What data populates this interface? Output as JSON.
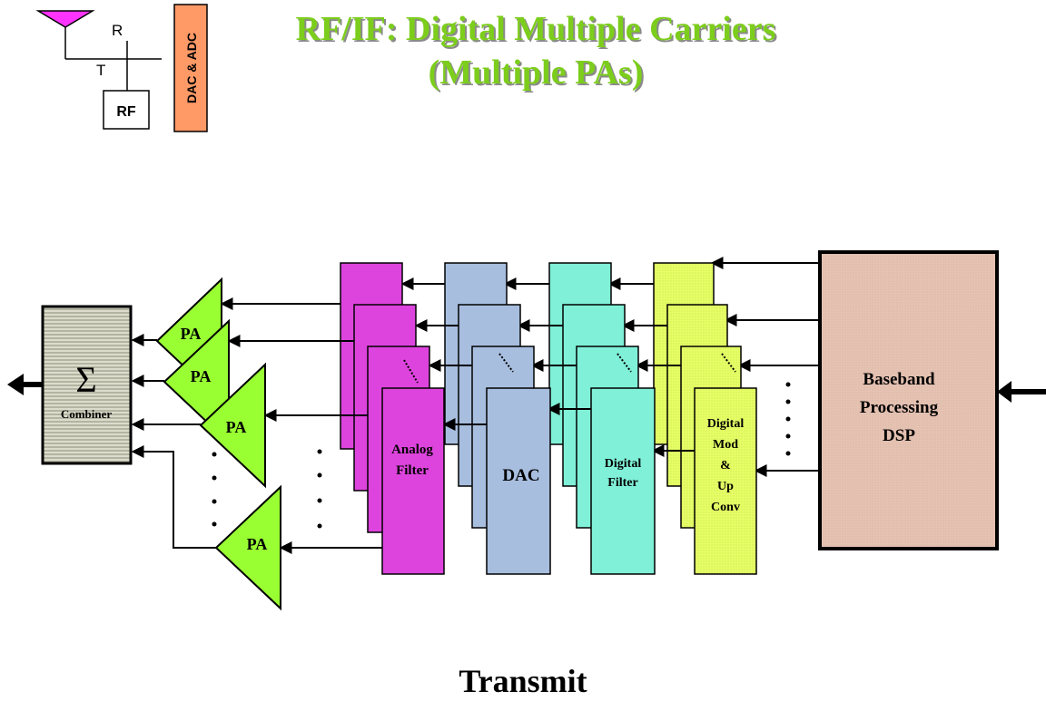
{
  "title": {
    "line1": "RF/IF: Digital Multiple Carriers",
    "line2": "(Multiple PAs)"
  },
  "logo": {
    "r_label": "R",
    "t_label": "T",
    "rf_label": "RF",
    "dac_adc_label": "DAC & ADC"
  },
  "combiner": {
    "symbol": "Σ",
    "label": "Combiner"
  },
  "pa_label": "PA",
  "blocks": {
    "analog_filter": {
      "line1": "Analog",
      "line2": "Filter"
    },
    "dac": "DAC",
    "digital_filter": {
      "line1": "Digital",
      "line2": "Filter"
    },
    "digital_mod": {
      "line1": "Digital",
      "line2": "Mod",
      "line3": "&",
      "line4": "Up",
      "line5": "Conv"
    },
    "baseband": {
      "line1": "Baseband",
      "line2": "Processing",
      "line3": "DSP"
    }
  },
  "footer": "Transmit",
  "colors": {
    "title_green": "#7CCD1C",
    "pa_green": "#99FF33",
    "magenta": "#DD44DD",
    "blue": "#A8BEDF",
    "cyan": "#80F0D8",
    "yellow": "#E6FF66",
    "baseband": "#E6C2B2",
    "dac_adc": "#FF9966"
  }
}
